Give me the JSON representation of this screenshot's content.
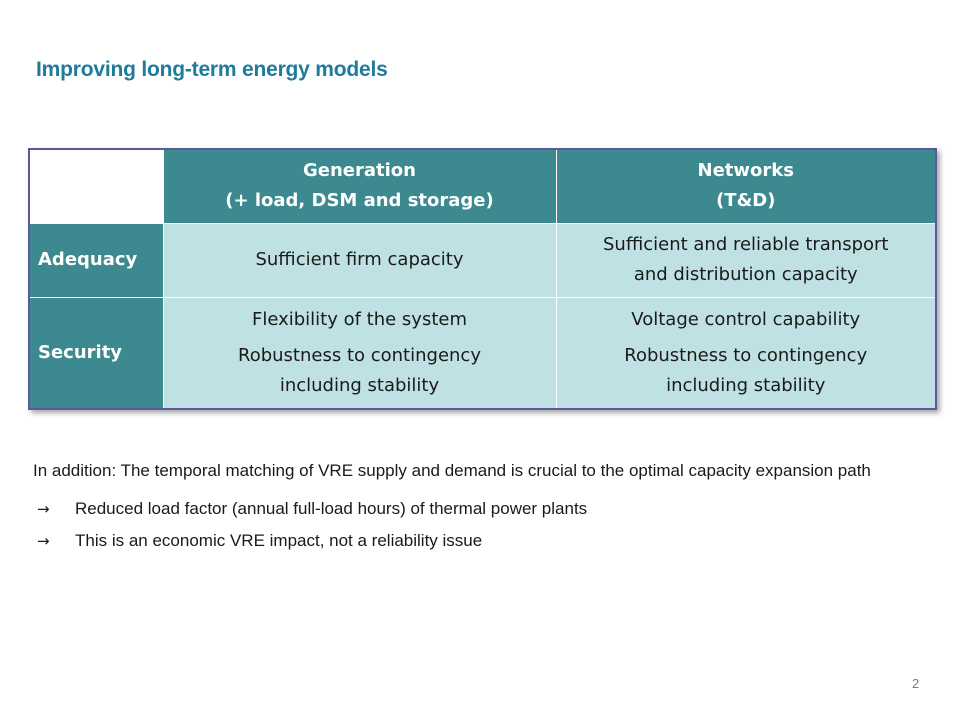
{
  "slide": {
    "title": "Improving long-term energy models",
    "page_number": "2"
  },
  "table": {
    "columns": [
      {
        "line1": "Generation",
        "line2": "(+ load, DSM and storage)"
      },
      {
        "line1": "Networks",
        "line2": "(T&D)"
      }
    ],
    "rows": [
      {
        "label": "Adequacy",
        "generation": [
          "Sufficient firm capacity"
        ],
        "networks": [
          "Sufficient and reliable transport",
          "and distribution capacity"
        ]
      },
      {
        "label": "Security",
        "generation": [
          "Flexibility of the system",
          "Robustness to contingency",
          "including stability"
        ],
        "networks": [
          "Voltage control capability",
          "Robustness to contingency",
          "including stability"
        ]
      }
    ]
  },
  "body": {
    "paragraph": "In addition: The temporal matching of VRE supply and demand is crucial to the optimal capacity expansion path",
    "bullets": [
      {
        "icon": "right-arrow-icon",
        "symbol": "→",
        "text": "Reduced load factor (annual full-load hours) of thermal power plants"
      },
      {
        "icon": "right-arrow-icon",
        "symbol": "→",
        "text": "This is an economic VRE impact, not a reliability issue"
      }
    ]
  },
  "colors": {
    "title": "#1f7a9c",
    "header_fill": "#3c8a8f",
    "cell_fill": "#bfe1e3",
    "table_border": "#5a5a9a"
  }
}
